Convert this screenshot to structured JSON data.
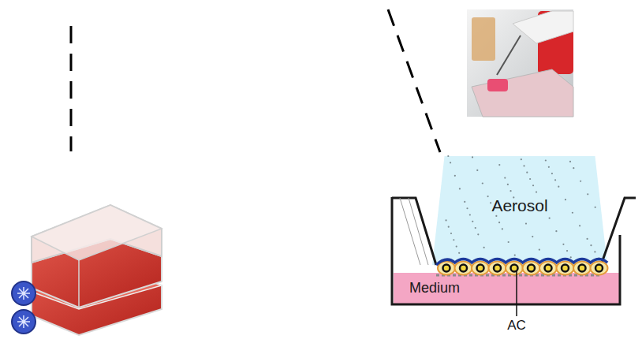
{
  "diagram": {
    "nodes": [
      {
        "text": [
          "Aerosol"
        ]
      },
      {
        "text": [
          "Medium"
        ]
      }
    ],
    "labels": [
      "AC"
    ]
  }
}
